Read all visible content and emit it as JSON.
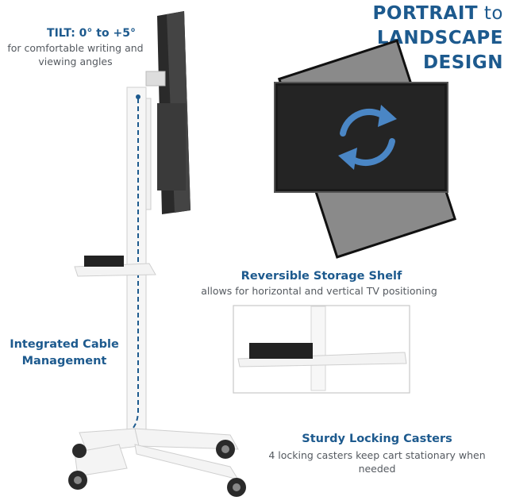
{
  "headline": {
    "part1": "PORTRAIT",
    "part2": " to ",
    "part3": "LANDSCAPE",
    "part4": "DESIGN"
  },
  "tilt": {
    "title": "TILT: 0° to +5°",
    "description": "for comfortable writing and viewing angles"
  },
  "shelf": {
    "title": "Reversible Storage Shelf",
    "description": "allows for horizontal and vertical TV positioning"
  },
  "cable": {
    "title": "Integrated Cable Management"
  },
  "casters": {
    "title": "Sturdy Locking Casters",
    "description": "4 locking casters keep cart stationary when needed"
  },
  "colors": {
    "accent": "#1d5a8e",
    "body_text": "#555a60",
    "rotate_arrows": "#4a86c5",
    "frame": "#ffffff",
    "screen": "#1a1a1a"
  },
  "icons": [
    "rotate-arrows-icon",
    "dashed-cable-line"
  ]
}
